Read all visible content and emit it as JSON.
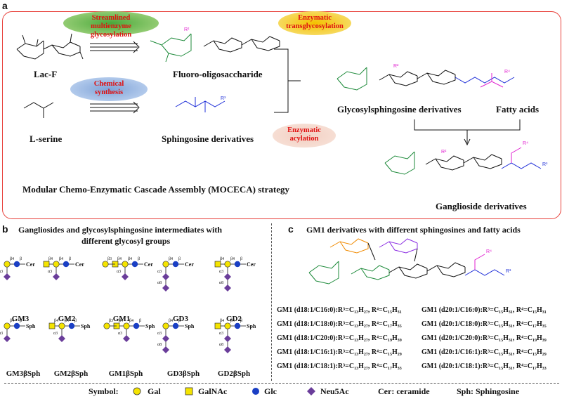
{
  "panel_a": {
    "label": "a",
    "ovals": {
      "multienzyme": "Streamlined multienzyme glycosylation",
      "chemical": "Chemical synthesis",
      "transglycosylation": "Enzymatic transglycosylation",
      "acylation": "Enzymatic acylation"
    },
    "compounds": {
      "lacf": "Lac-F",
      "fluoro": "Fluoro-oligosaccharide",
      "lserine": "L-serine",
      "sphingosine": "Sphingosine derivatives",
      "glycosylsphingosine": "Glycosylsphingosine derivatives",
      "fatty_acids": "Fatty acids",
      "ganglioside": "Ganglioside derivatives"
    },
    "strategy": "Modular Chemo-Enzymatic Cascade Assembly (MOCECA) strategy"
  },
  "panel_b": {
    "label": "b",
    "title_line1": "Gangliosides and glycosylsphingosine intermediates with",
    "title_line2": "different glycosyl groups",
    "row1": [
      "GM3",
      "GM2",
      "GM1",
      "GD3",
      "GD2"
    ],
    "row2": [
      "GM3βSph",
      "GM2βSph",
      "GM1βSph",
      "GD3βSph",
      "GD2βSph"
    ],
    "cer": "Cer",
    "sph": "Sph"
  },
  "panel_c": {
    "label": "c",
    "title": "GM1 derivatives with different sphingosines and fatty acids",
    "left": [
      "GM1 (d18:1/C16:0):R³=C₁₃H₂₇, R⁴=C₁₅H₃₁",
      "GM1 (d18:1/C18:0):R³=C₁₃H₂₇, R⁴=C₁₇H₃₅",
      "GM1 (d18:1/C20:0):R³=C₁₃H₂₇, R⁴=C₁₉H₃₉",
      "GM1 (d18:1/C16:1):R³=C₁₃H₂₇, R⁴=C₁₅H₂₉",
      "GM1 (d18:1/C18:1):R³=C₁₃H₂₇, R⁴=C₁₇H₃₃"
    ],
    "right": [
      "GM1 (d20:1/C16:0):R³=C₁₅H₃₁, R⁴=C₁₅H₃₁",
      "GM1 (d20:1/C18:0):R³=C₁₅H₃₁, R⁴=C₁₇H₃₅",
      "GM1 (d20:1/C20:0):R³=C₁₅H₃₁, R⁴=C₁₉H₃₉",
      "GM1 (d20:1/C16:1):R³=C₁₅H₃₁, R⁴=C₁₅H₂₉",
      "GM1 (d20:1/C18:1):R³=C₁₅H₃₁, R⁴=C₁₇H₃₃"
    ]
  },
  "legend": {
    "symbol": "Symbol:",
    "gal": "Gal",
    "galnac": "GalNAc",
    "glc": "Glc",
    "neu5ac": "Neu5Ac",
    "cer": "Cer:  ceramide",
    "sph": "Sph:  Sphingosine"
  },
  "colors": {
    "frame": "#e8403a",
    "gal": "#f5e400",
    "glc": "#1a3fc4",
    "neu5ac": "#6a3d9a",
    "green": "#1d8a3a",
    "magenta": "#e020d0",
    "blue": "#1f2fd8",
    "orange": "#f08a00",
    "purple": "#8a2be2"
  }
}
